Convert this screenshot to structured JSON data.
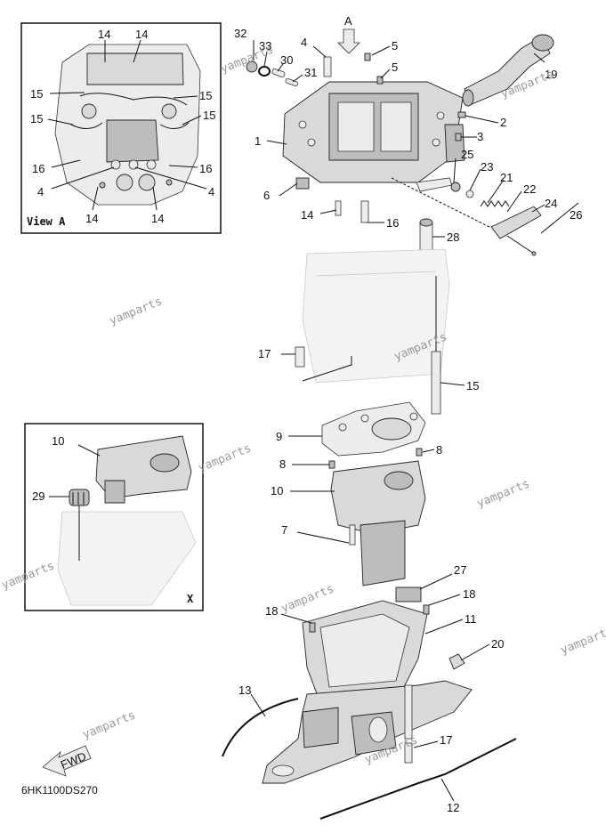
{
  "diagram_code": "6HK1100DS270",
  "view_a": {
    "title": "View A",
    "labels": [
      "14",
      "14",
      "15",
      "15",
      "15",
      "15",
      "16",
      "16",
      "4",
      "4",
      "14",
      "14"
    ]
  },
  "view_x": {
    "title": "X",
    "labels": [
      "10",
      "29"
    ]
  },
  "direction_marker": "A",
  "fwd_label": "FWD",
  "watermark": "yamparts",
  "callouts": [
    "32",
    "33",
    "30",
    "31",
    "4",
    "5",
    "5",
    "19",
    "2",
    "3",
    "1",
    "25",
    "23",
    "21",
    "22",
    "24",
    "26",
    "6",
    "14",
    "16",
    "28",
    "17",
    "15",
    "9",
    "8",
    "8",
    "10",
    "7",
    "27",
    "18",
    "18",
    "11",
    "20",
    "13",
    "17",
    "12"
  ]
}
